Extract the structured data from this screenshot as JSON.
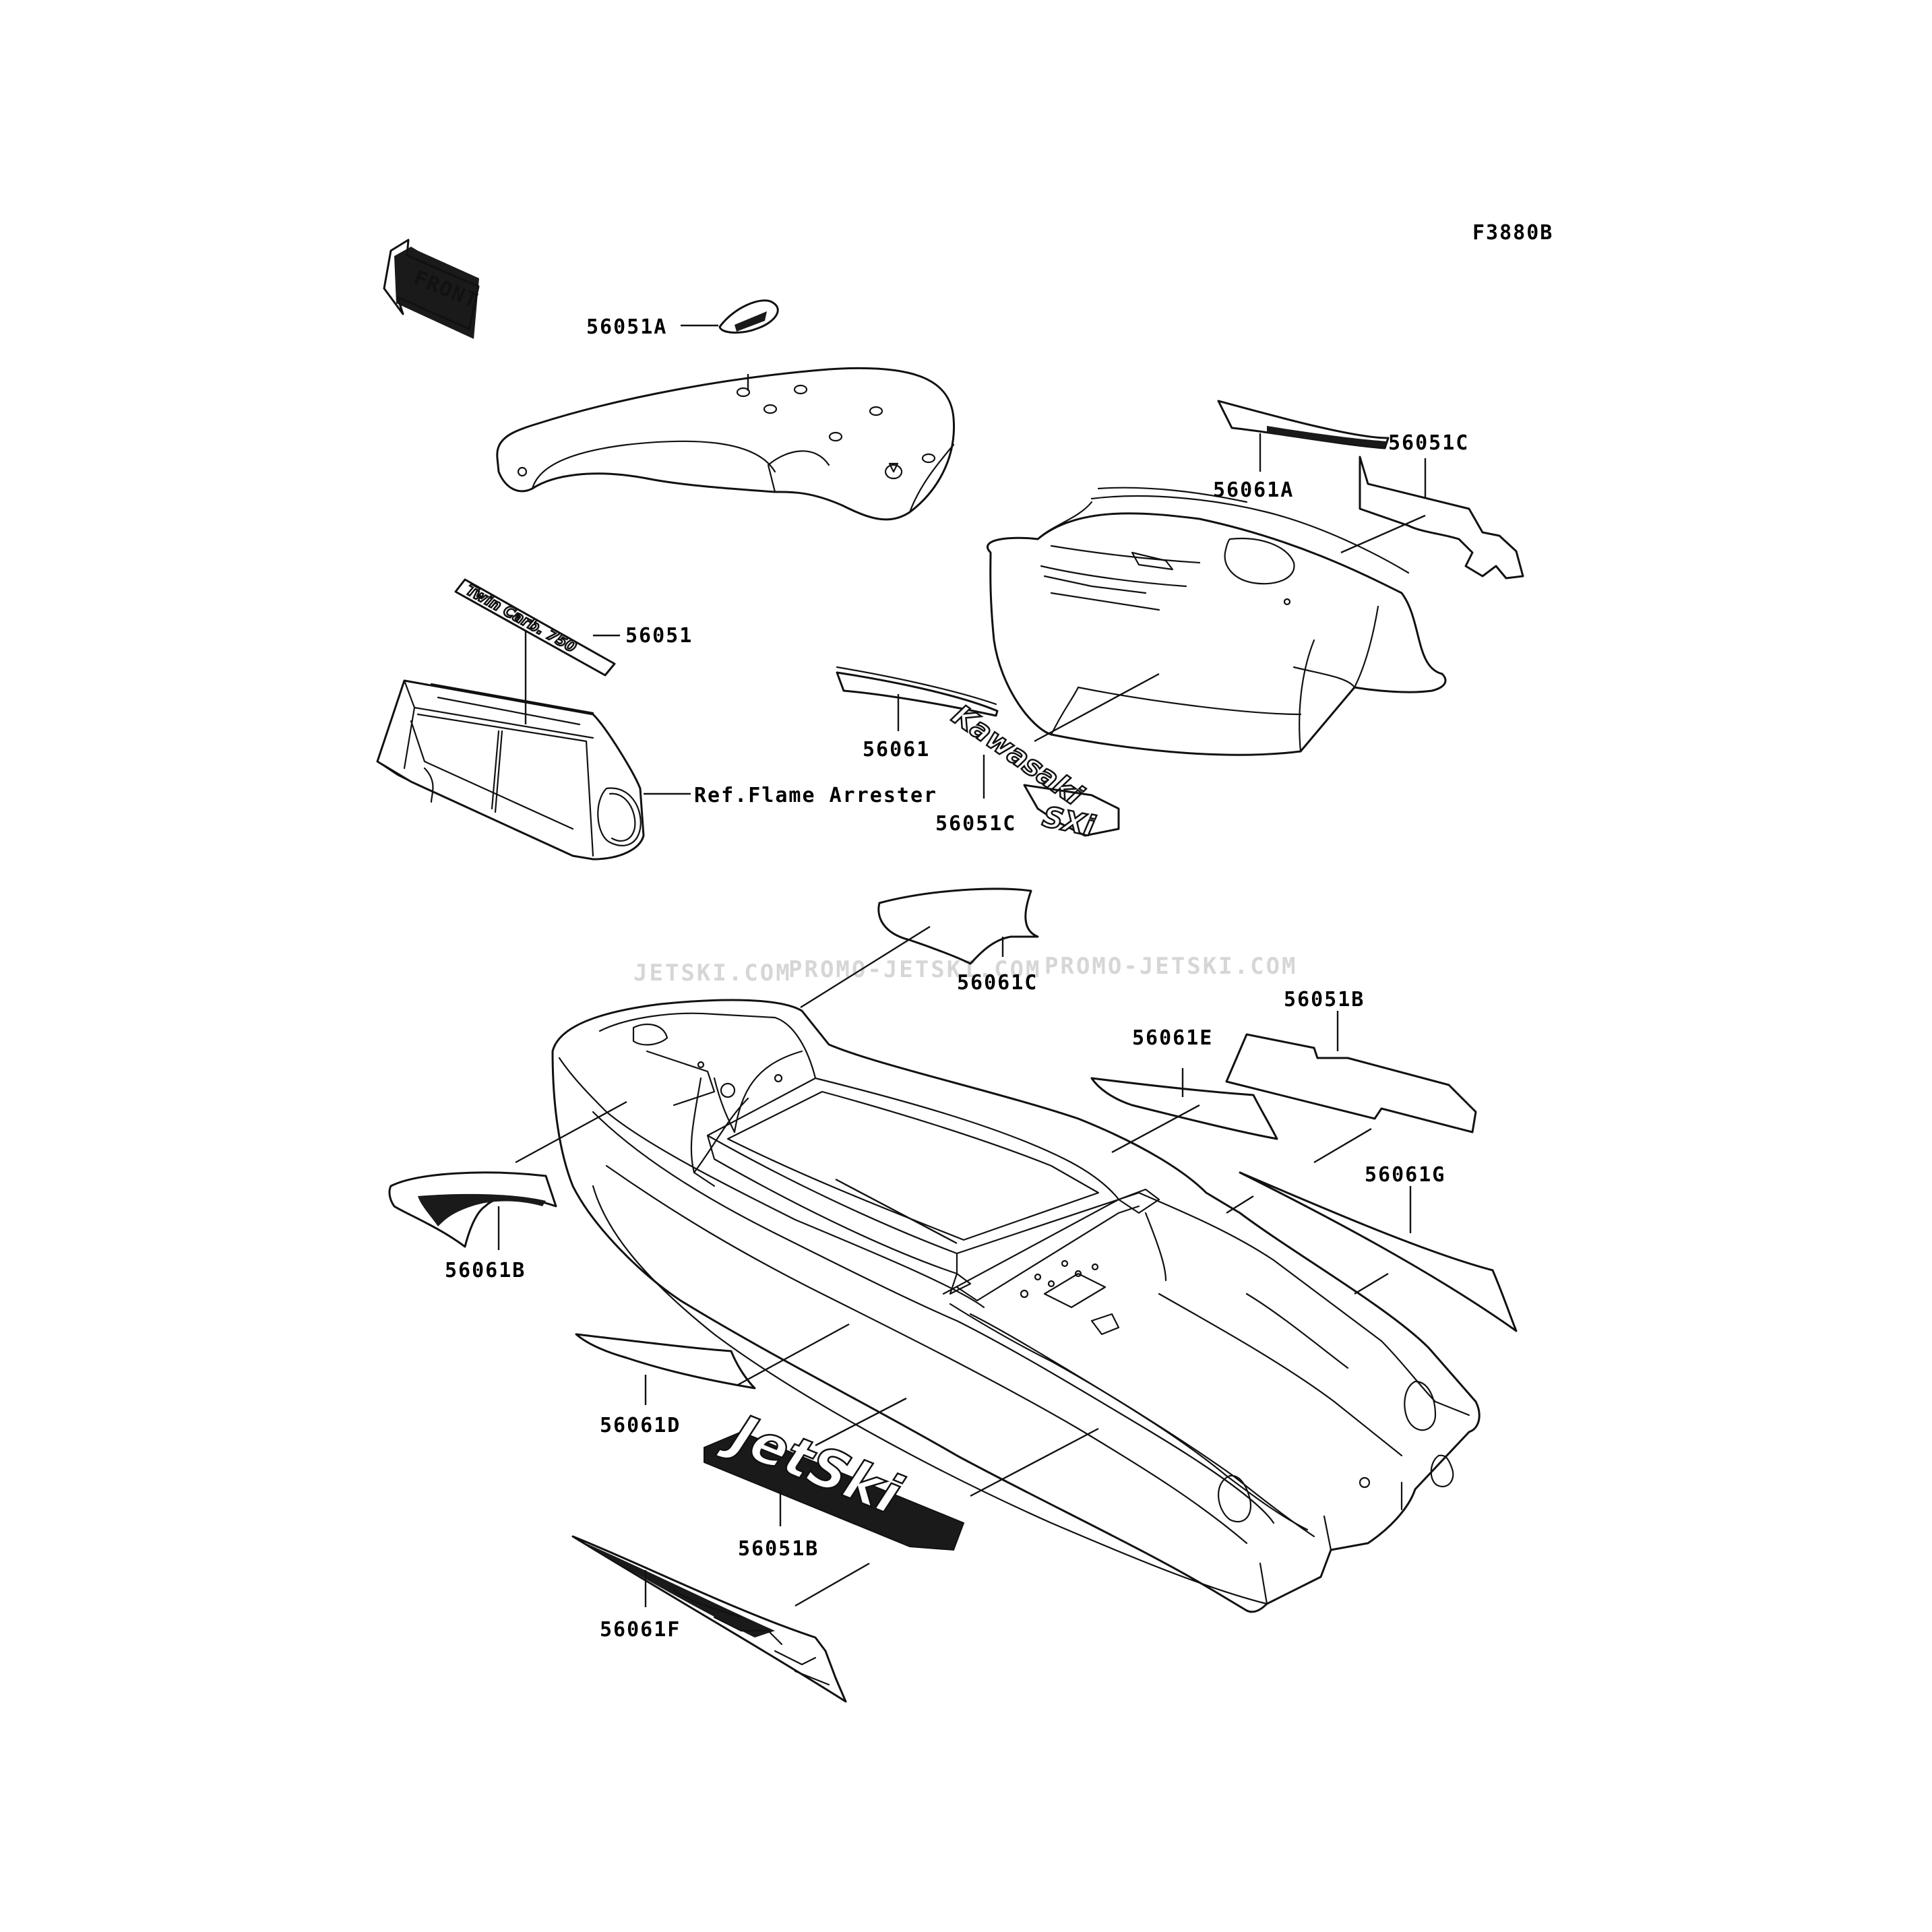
{
  "figure_code": "F3880B",
  "front_arrow_text": "FRONT",
  "watermarks": [
    "JETSKI.COM",
    "PROMO-JETSKI.COM",
    "PROMO-JETSKI.COM"
  ],
  "decal_texts": {
    "twin_carb": "Twin Carb. 750",
    "kawasaki": "Kawasaki",
    "sxi": "SXi",
    "jetski": "JetSki"
  },
  "callouts": {
    "c56051a": "56051A",
    "c56051c_top": "56051C",
    "c56061a": "56061A",
    "c56051": "56051",
    "ref_flame": "Ref.Flame Arrester",
    "c56061": "56061",
    "c56051c_mid": "56051C",
    "c56061c": "56061C",
    "c56051b_top": "56051B",
    "c56061e": "56061E",
    "c56061g": "56061G",
    "c56061b": "56061B",
    "c56061d": "56061D",
    "c56051b_bottom": "56051B",
    "c56061f": "56061F"
  }
}
